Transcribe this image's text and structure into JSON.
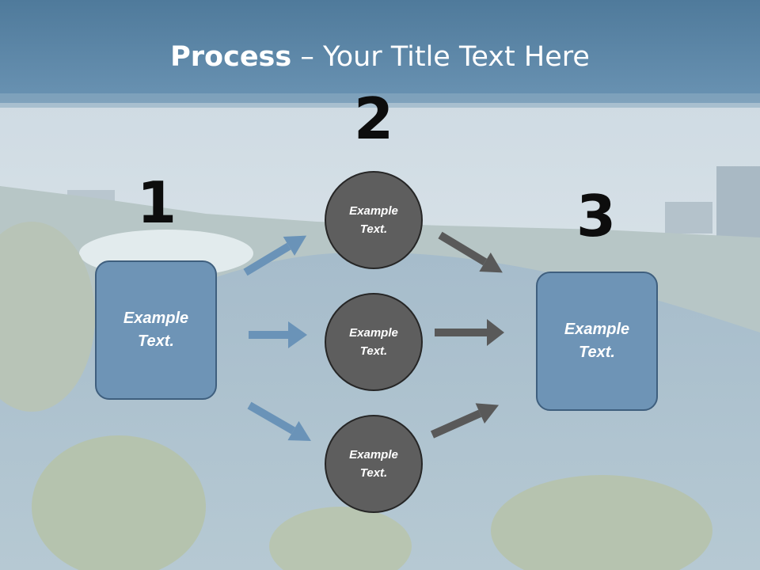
{
  "title": {
    "bold": "Process",
    "dash": " – ",
    "rest": "Your Title Text Here"
  },
  "steps": {
    "one": "1",
    "two": "2",
    "three": "3"
  },
  "left_box": {
    "line1": "Example",
    "line2": "Text."
  },
  "right_box": {
    "line1": "Example",
    "line2": "Text."
  },
  "circles": [
    {
      "line1": "Example",
      "line2": "Text."
    },
    {
      "line1": "Example",
      "line2": "Text."
    },
    {
      "line1": "Example",
      "line2": "Text."
    }
  ],
  "colors": {
    "header": "#5d87a6",
    "box_fill": "#6e94b6",
    "box_border": "#3f5f7e",
    "circle_fill": "#5e5e5e",
    "circle_border": "#262626",
    "arrow_blue": "#6a93b8",
    "arrow_gray": "#595959"
  }
}
